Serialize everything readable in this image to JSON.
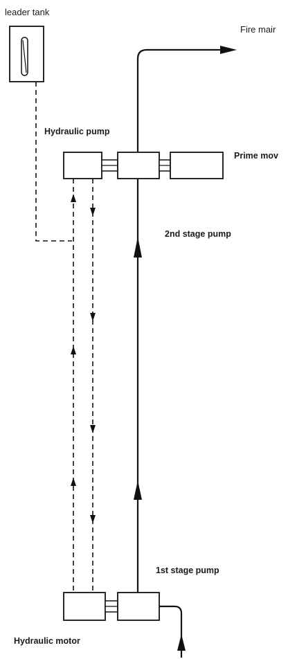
{
  "labels": {
    "header_tank": "leader tank",
    "fire_main": "Fire mair",
    "hydraulic_pump": "Hydraulic pump",
    "prime_mover": "Prime mov",
    "second_stage_pump": "2nd stage pump",
    "first_stage_pump": "1st stage pump",
    "hydraulic_motor": "Hydraulic motor"
  }
}
